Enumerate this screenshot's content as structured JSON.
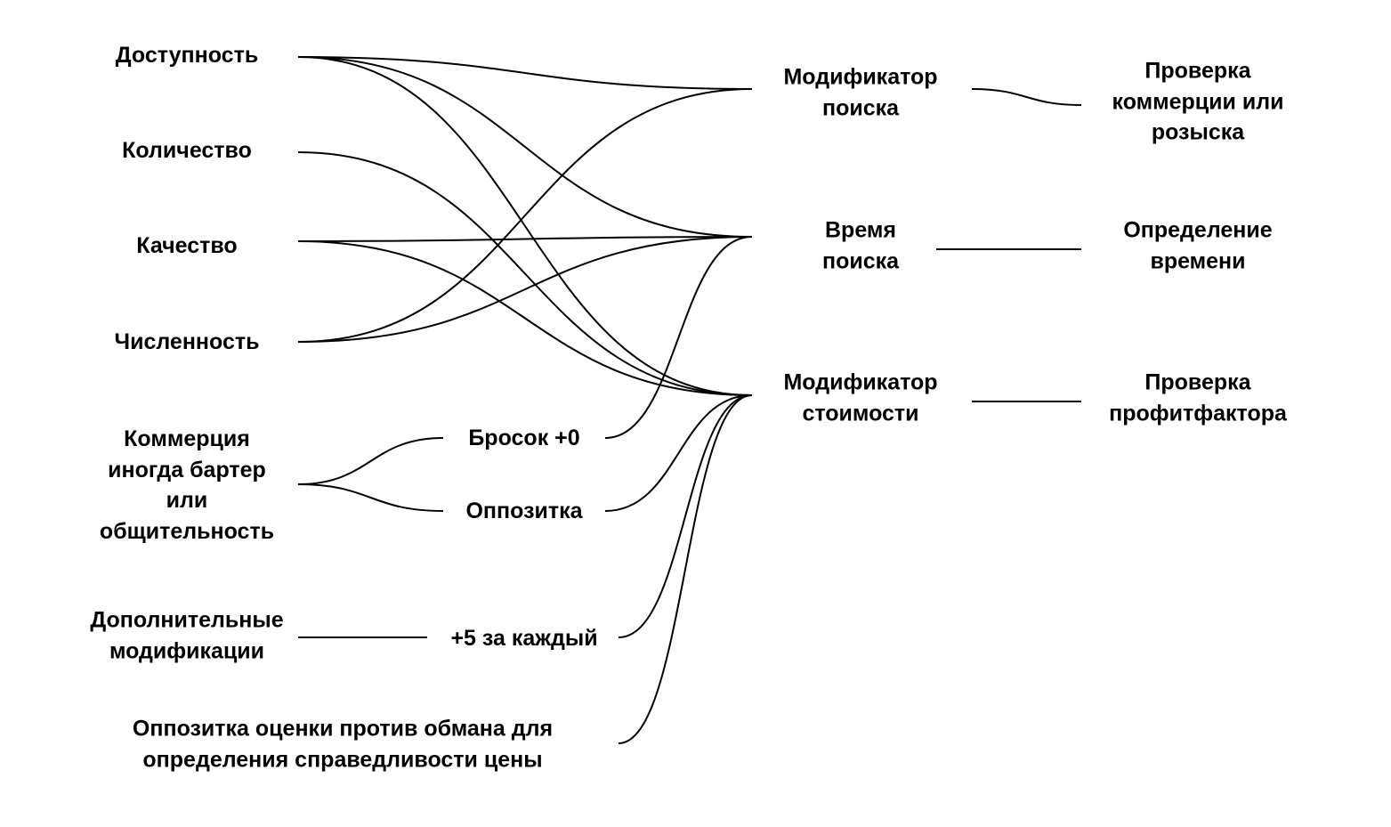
{
  "colors": {
    "line": "#000000",
    "text": "#000000",
    "background": "#ffffff"
  },
  "nodes": {
    "dostupnost": {
      "lines": [
        "Доступность"
      ]
    },
    "kolichestvo": {
      "lines": [
        "Количество"
      ]
    },
    "kachestvo": {
      "lines": [
        "Качество"
      ]
    },
    "chislennost": {
      "lines": [
        "Численность"
      ]
    },
    "kommerciya": {
      "lines": [
        "Коммерция",
        "иногда бартер",
        "или",
        "общительность"
      ]
    },
    "dop": {
      "lines": [
        "Дополнительные",
        "модификации"
      ]
    },
    "opp_ocenki": {
      "lines": [
        "Оппозитка оценки против обмана для",
        "определения справедливости цены"
      ]
    },
    "brosok": {
      "lines": [
        "Бросок +0"
      ]
    },
    "oppozitka": {
      "lines": [
        "Оппозитка"
      ]
    },
    "plus5": {
      "lines": [
        "+5 за каждый"
      ]
    },
    "mod_poiska": {
      "lines": [
        "Модификатор",
        "поиска"
      ]
    },
    "vremya": {
      "lines": [
        "Время",
        "поиска"
      ]
    },
    "mod_stoim": {
      "lines": [
        "Модификатор",
        "стоимости"
      ]
    },
    "prov_komm": {
      "lines": [
        "Проверка",
        "коммерции или",
        "розыска"
      ]
    },
    "opr_vrem": {
      "lines": [
        "Определение",
        "времени"
      ]
    },
    "prov_prof": {
      "lines": [
        "Проверка",
        "профитфактора"
      ]
    }
  },
  "edges": [
    [
      "dostupnost",
      "mod_poiska"
    ],
    [
      "dostupnost",
      "vremya"
    ],
    [
      "dostupnost",
      "mod_stoim"
    ],
    [
      "kolichestvo",
      "mod_stoim"
    ],
    [
      "kachestvo",
      "vremya"
    ],
    [
      "kachestvo",
      "mod_stoim"
    ],
    [
      "chislennost",
      "mod_poiska"
    ],
    [
      "chislennost",
      "vremya"
    ],
    [
      "kommerciya",
      "brosok"
    ],
    [
      "kommerciya",
      "oppozitka"
    ],
    [
      "brosok",
      "vremya"
    ],
    [
      "oppozitka",
      "mod_stoim"
    ],
    [
      "dop",
      "plus5"
    ],
    [
      "plus5",
      "mod_stoim"
    ],
    [
      "opp_ocenki",
      "mod_stoim"
    ],
    [
      "mod_poiska",
      "prov_komm"
    ],
    [
      "vremya",
      "opr_vrem"
    ],
    [
      "mod_stoim",
      "prov_prof"
    ]
  ]
}
